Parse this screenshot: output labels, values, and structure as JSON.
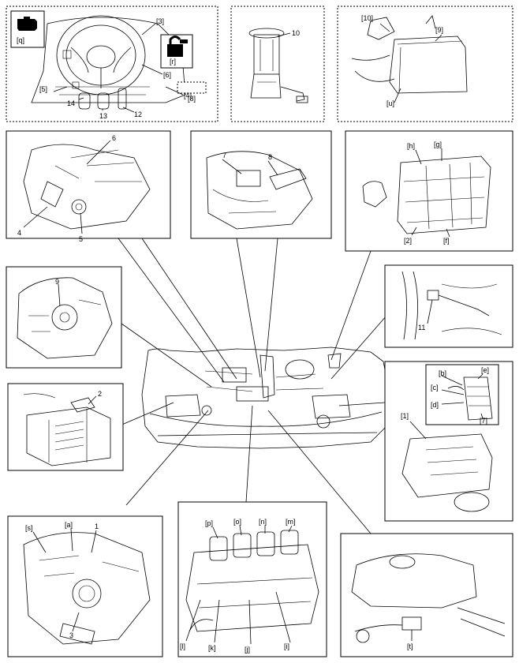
{
  "labels": {
    "l3b": "[3]",
    "lq": "[q]",
    "lr": "[r]",
    "l5b": "[5]",
    "l6b": "[6]",
    "l4b": "[4]",
    "l8b": "[8]",
    "l14": "14",
    "l13": "13",
    "l12": "12",
    "l10": "10",
    "l10b": "[10]",
    "l9b": "[9]",
    "lu": "[u]",
    "l6": "6",
    "l4": "4",
    "l5": "5",
    "l7": "7",
    "l8": "8",
    "lh": "[h]",
    "lg": "[g]",
    "l2b": "[2]",
    "lf": "[f]",
    "l9": "9",
    "l11": "11",
    "l2": "2",
    "lb": "[b]",
    "lc": "[c]",
    "le": "[e]",
    "ld": "[d]",
    "l7b": "[7]",
    "l1b": "[1]",
    "ls": "[s]",
    "la": "[a]",
    "l1": "1",
    "l3": "3",
    "lp": "[p]",
    "lo": "[o]",
    "ln": "[n]",
    "lm": "[m]",
    "ll": "[l]",
    "lk": "[k]",
    "lj": "[j]",
    "li": "[i]",
    "lt": "[t]"
  }
}
